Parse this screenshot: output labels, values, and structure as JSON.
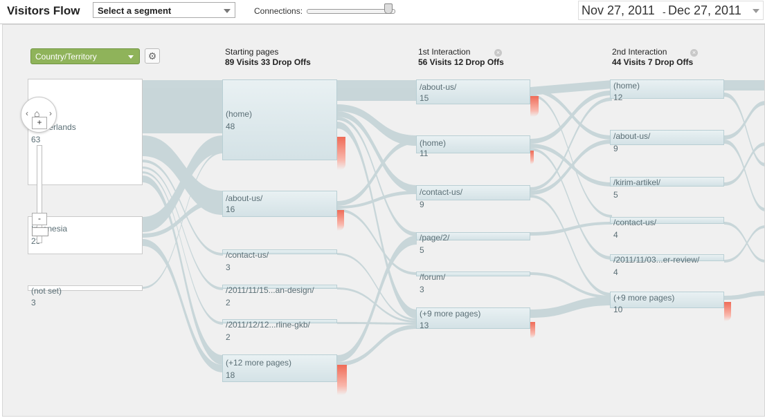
{
  "header": {
    "title": "Visitors Flow",
    "segment_label": "Select a segment",
    "connections_label": "Connections:",
    "date_start": "Nov 27, 2011",
    "date_sep": "-",
    "date_end": "Dec 27, 2011"
  },
  "controls": {
    "dimension_label": "Country/Territory"
  },
  "columns": [
    {
      "title": "Starting pages",
      "stats": "89 Visits 33 Drop Offs"
    },
    {
      "title": "1st Interaction",
      "stats": "56 Visits 12 Drop Offs"
    },
    {
      "title": "2nd Interaction",
      "stats": "44 Visits 7 Drop Offs"
    }
  ],
  "countries": [
    {
      "name": "Netherlands",
      "value": "63"
    },
    {
      "name": "Indonesia",
      "value": "23"
    },
    {
      "name": "(not set)",
      "value": "3"
    }
  ],
  "starting_pages": [
    {
      "name": "(home)",
      "value": "48"
    },
    {
      "name": "/about-us/",
      "value": "16"
    },
    {
      "name": "/contact-us/",
      "value": "3"
    },
    {
      "name": "/2011/11/15...an-design/",
      "value": "2"
    },
    {
      "name": "/2011/12/12...rline-gkb/",
      "value": "2"
    },
    {
      "name": "(+12 more pages)",
      "value": "18"
    }
  ],
  "first_interaction": [
    {
      "name": "/about-us/",
      "value": "15"
    },
    {
      "name": "(home)",
      "value": "11"
    },
    {
      "name": "/contact-us/",
      "value": "9"
    },
    {
      "name": "/page/2/",
      "value": "5"
    },
    {
      "name": "/forum/",
      "value": "3"
    },
    {
      "name": "(+9 more pages)",
      "value": "13"
    }
  ],
  "second_interaction": [
    {
      "name": "(home)",
      "value": "12"
    },
    {
      "name": "/about-us/",
      "value": "9"
    },
    {
      "name": "/kirim-artikel/",
      "value": "5"
    },
    {
      "name": "/contact-us/",
      "value": "4"
    },
    {
      "name": "/2011/11/03...er-review/",
      "value": "4"
    },
    {
      "name": "(+9 more pages)",
      "value": "10"
    }
  ],
  "colors": {
    "accent_green": "#8fb35a",
    "flow": "#c3d3d6",
    "dropoff": "#ef6b57",
    "node": "#dbe7ea"
  },
  "icons": [
    "gear-icon",
    "home-icon",
    "close-icon",
    "chevron-down-icon"
  ]
}
